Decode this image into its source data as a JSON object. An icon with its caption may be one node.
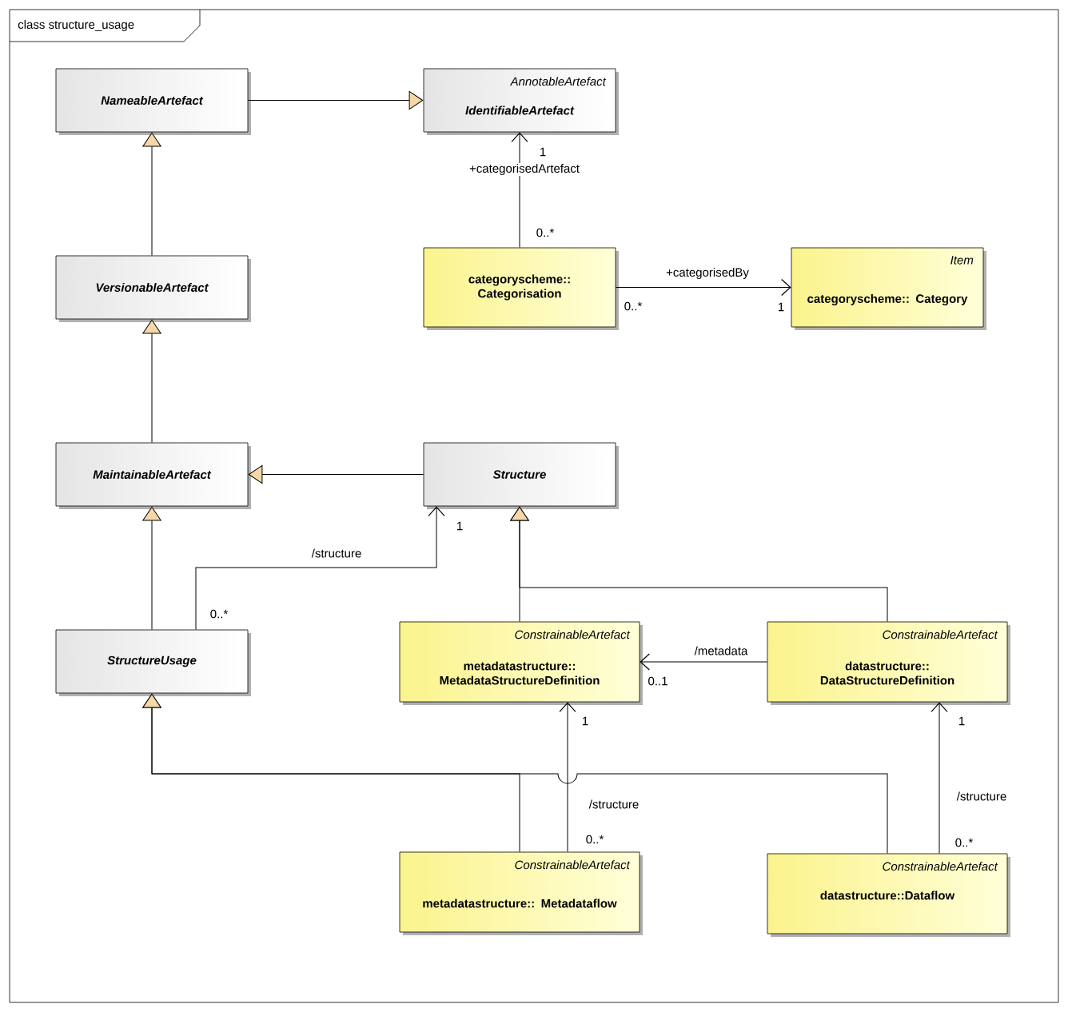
{
  "diagram": {
    "title": "class structure_usage",
    "nodes": [
      {
        "text": [
          "NameableArtefact"
        ]
      },
      {
        "text": [
          "AnnotableArtefact",
          "IdentifiableArtefact"
        ]
      },
      {
        "text": [
          "VersionableArtefact"
        ]
      },
      {
        "text": [
          "categoryscheme:: Categorisation"
        ]
      },
      {
        "text": [
          "Item",
          "categoryscheme:: Category"
        ]
      },
      {
        "text": [
          "MaintainableArtefact"
        ]
      },
      {
        "text": [
          "Structure"
        ]
      },
      {
        "text": [
          "StructureUsage"
        ]
      },
      {
        "text": [
          "ConstrainableArtefact",
          "metadatastructure:: MetadataStructureDefinition"
        ]
      },
      {
        "text": [
          "ConstrainableArtefact",
          "datastructure:: DataStructureDefinition"
        ]
      },
      {
        "text": [
          "ConstrainableArtefact",
          "metadatastructure:: Metadataflow"
        ]
      },
      {
        "text": [
          "ConstrainableArtefact",
          "datastructure::Dataflow"
        ]
      }
    ],
    "edges": [
      {
        "from": 0,
        "to": 1,
        "arrow": "to"
      },
      {
        "from": 2,
        "to": 0,
        "arrow": "to"
      },
      {
        "from": 5,
        "to": 2,
        "arrow": "to"
      },
      {
        "from": 7,
        "to": 5,
        "arrow": "to"
      },
      {
        "from": 6,
        "to": 5,
        "arrow": "to"
      },
      {
        "from": 3,
        "to": 1,
        "arrow": "to",
        "label": "+categorisedArtefact"
      },
      {
        "from": 3,
        "to": 4,
        "arrow": "to",
        "label": "+categorisedBy"
      },
      {
        "from": 7,
        "to": 6,
        "arrow": "to",
        "label": "/structure"
      },
      {
        "from": 8,
        "to": 6,
        "arrow": "to"
      },
      {
        "from": 9,
        "to": 6,
        "arrow": "to"
      },
      {
        "from": 9,
        "to": 8,
        "arrow": "to",
        "label": "/metadata"
      },
      {
        "from": 10,
        "to": 7,
        "arrow": "to"
      },
      {
        "from": 11,
        "to": 7,
        "arrow": "to"
      },
      {
        "from": 10,
        "to": 8,
        "arrow": "to",
        "label": "/structure"
      },
      {
        "from": 11,
        "to": 9,
        "arrow": "to",
        "label": "/structure"
      }
    ],
    "labels": [
      "1",
      "0..*",
      "0..*",
      "1",
      "1",
      "0..*",
      "0..1",
      "1",
      "1",
      "0..*",
      "0..*"
    ]
  }
}
